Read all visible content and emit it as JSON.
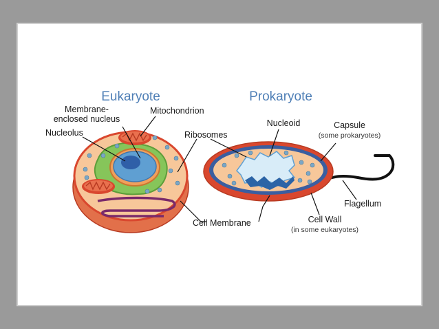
{
  "titles": {
    "eukaryote": "Eukaryote",
    "prokaryote": "Prokaryote"
  },
  "labels": {
    "membrane_line1": "Membrane-",
    "membrane_line2": "enclosed nucleus",
    "mitochondrion": "Mitochondrion",
    "nucleolus": "Nucleolus",
    "ribosomes": "Ribosomes",
    "cell_membrane": "Cell Membrane",
    "nucleoid": "Nucleoid",
    "capsule": "Capsule",
    "capsule_note": "(some prokaryotes)",
    "flagellum": "Flagellum",
    "cell_wall": "Cell Wall",
    "cell_wall_note": "(in some eukaryotes)"
  },
  "colors": {
    "background": "#9a9a9a",
    "title_blue": "#4f7fb6",
    "cytoplasm_peach": "#f7c79a",
    "cell_edge_red": "#d9472e",
    "er_green": "#86c55a",
    "nucleus_blue": "#5f9fd2",
    "golgi_purple": "#7a2a6a",
    "capsule_red": "#d9472e",
    "wall_blue": "#3a5ea0",
    "nucleoid_blue": "#2c64a6",
    "ribosome_dot": "#7aa6c6"
  }
}
